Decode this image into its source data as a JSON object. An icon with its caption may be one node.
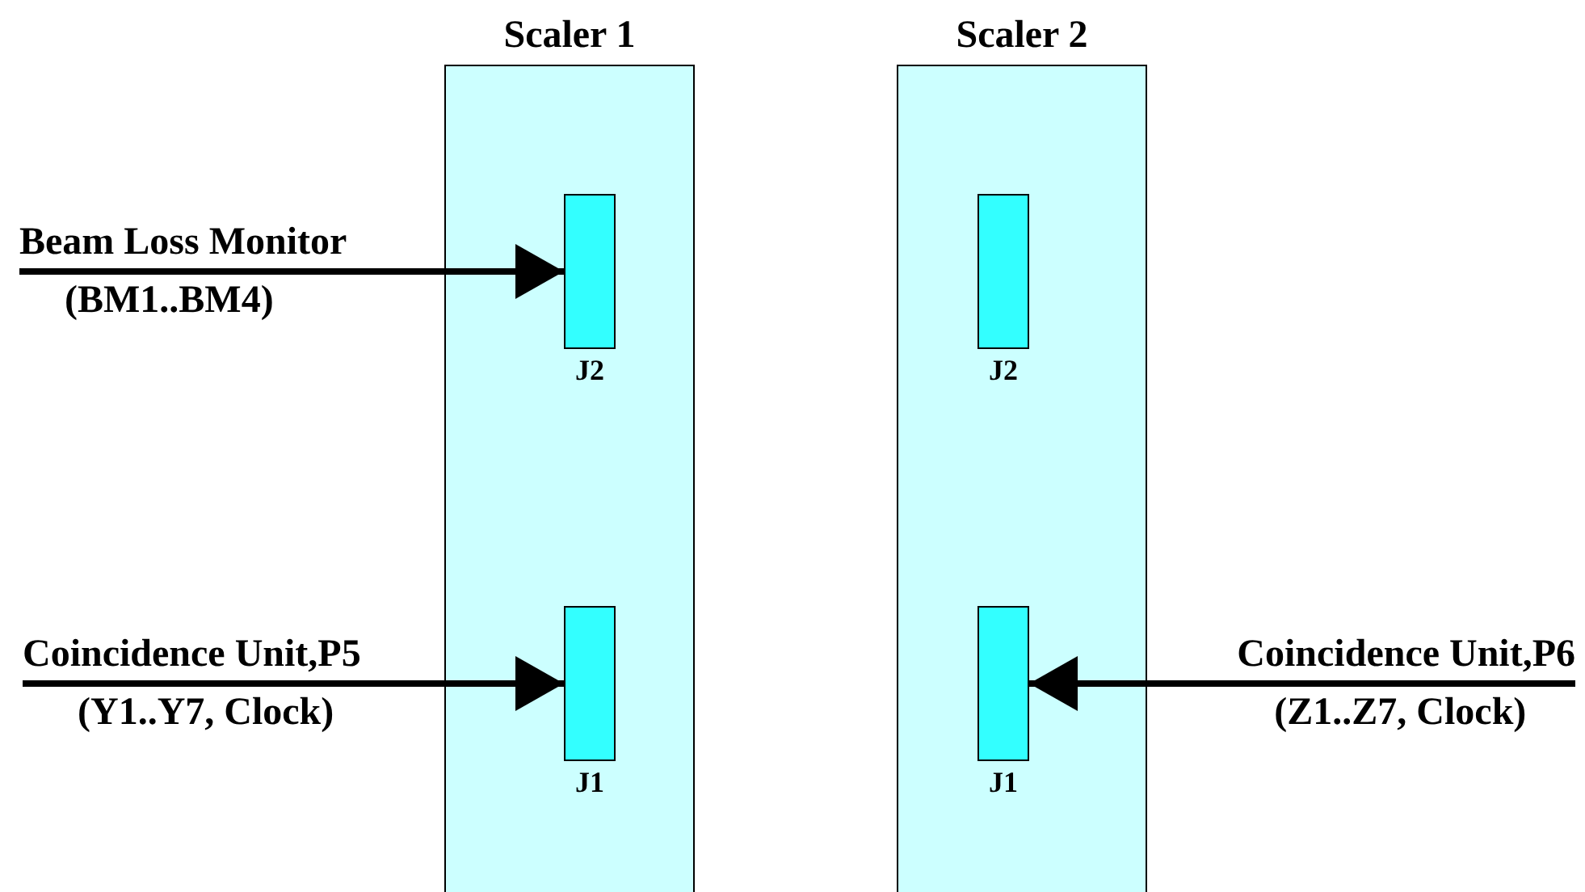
{
  "diagram": {
    "nodes": [
      {
        "text": [
          "Scaler 1"
        ]
      },
      {
        "text": [
          "J2"
        ],
        "in": 0
      },
      {
        "text": [
          "J1"
        ],
        "in": 0
      },
      {
        "text": [
          "Scaler 2"
        ]
      },
      {
        "text": [
          "J2"
        ],
        "in": 3
      },
      {
        "text": [
          "J1"
        ],
        "in": 3
      },
      {
        "text": [
          "Beam Loss Monitor",
          "(BM1..BM4)"
        ]
      },
      {
        "text": [
          "Coincidence Unit,P5",
          "(Y1..Y7, Clock)"
        ]
      },
      {
        "text": [
          "Coincidence Unit,P6",
          "(Z1..Z7, Clock)"
        ]
      }
    ],
    "edges": [
      {
        "from": 6,
        "to": 1,
        "arrow": "to"
      },
      {
        "from": 7,
        "to": 2,
        "arrow": "to"
      },
      {
        "from": 8,
        "to": 5,
        "arrow": "to"
      }
    ]
  }
}
